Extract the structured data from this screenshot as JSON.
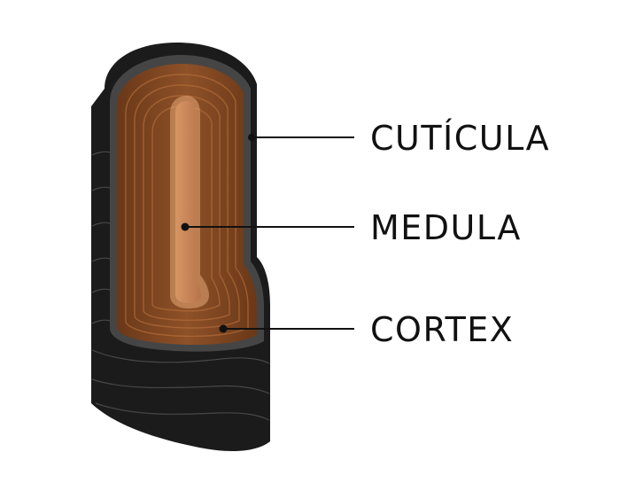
{
  "diagram": {
    "labels": [
      {
        "id": "cuticle",
        "text": "CUTÍCULA"
      },
      {
        "id": "medulla",
        "text": "MEDULA"
      },
      {
        "id": "cortex",
        "text": "CORTEX"
      }
    ],
    "colors": {
      "background": "#ffffff",
      "outer_sheath": "#1d1d1d",
      "outer_sheath_highlight": "#2a2a2a",
      "cuticle_band": "#4a4a4a",
      "cortex_dark": "#5a2f14",
      "cortex_mid": "#7a4220",
      "cortex_light": "#9a5b2e",
      "medulla": "#c8875a",
      "leader_line": "#111111"
    }
  }
}
